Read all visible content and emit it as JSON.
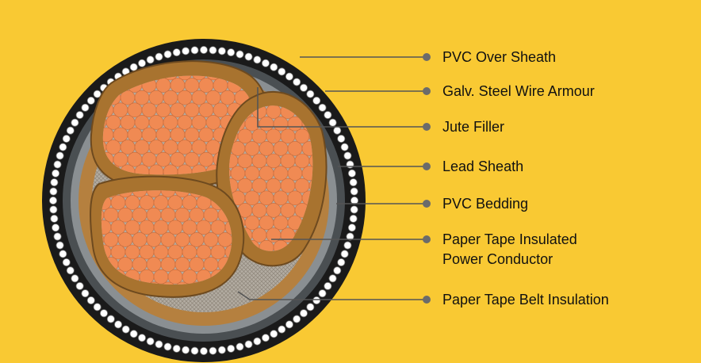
{
  "colors": {
    "background": "#f9c933",
    "over_sheath": "#1a1a1a",
    "armour_wire": "#ffffff",
    "lead_sheath": "#4a4f52",
    "bedding": "#8a8f92",
    "belt_insulation": "#b5803f",
    "core_insulation": "#a8732f",
    "copper": "#f08a53",
    "filler": "#b3aca2",
    "leader_line": "#555555",
    "leader_dot": "#6b6b6b"
  },
  "labels": [
    {
      "id": "pvc-over-sheath",
      "text": "PVC Over Sheath"
    },
    {
      "id": "galv-steel-wire-armour",
      "text": "Galv. Steel Wire Armour"
    },
    {
      "id": "jute-filler",
      "text": "Jute Filler"
    },
    {
      "id": "lead-sheath",
      "text": "Lead Sheath"
    },
    {
      "id": "pvc-bedding",
      "text": "PVC Bedding"
    },
    {
      "id": "paper-tape-insulated-power-conductor",
      "line1": "Paper Tape Insulated",
      "line2": "Power Conductor"
    },
    {
      "id": "paper-tape-belt-insulation",
      "text": "Paper Tape Belt Insulation"
    }
  ]
}
